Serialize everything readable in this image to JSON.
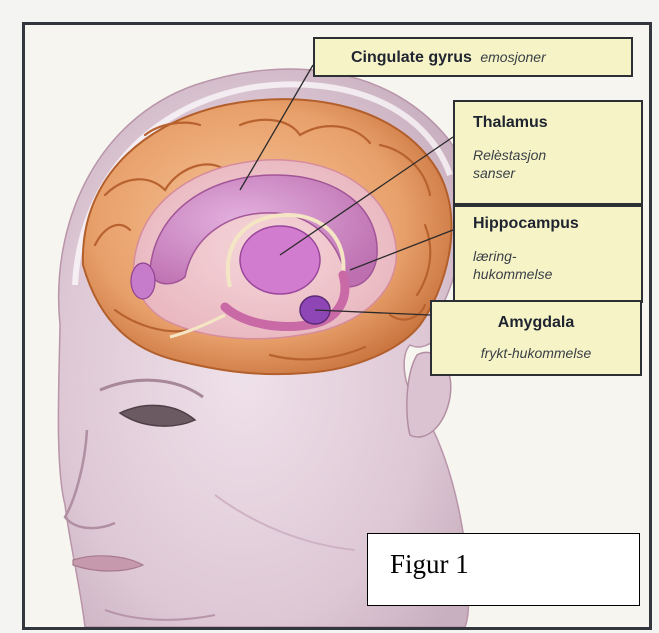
{
  "labels": {
    "cingulate": {
      "title": "Cingulate gyrus",
      "subtitle": "emosjoner"
    },
    "thalamus": {
      "title": "Thalamus",
      "subtitle_line1": "Relèstasjon",
      "subtitle_line2": "sanser"
    },
    "hippocampus": {
      "title": "Hippocampus",
      "subtitle_line1": "læring-",
      "subtitle_line2": "hukommelse"
    },
    "amygdala": {
      "title": "Amygdala",
      "subtitle": "frykt-hukommelse"
    }
  },
  "caption": "Figur 1",
  "colors": {
    "label_background": "#f6f4c6",
    "brain_cortex": "#e9a86f",
    "limbic_structures": "#c56bb7",
    "skin": "#e9d7e1",
    "frame_border": "#33363c"
  }
}
